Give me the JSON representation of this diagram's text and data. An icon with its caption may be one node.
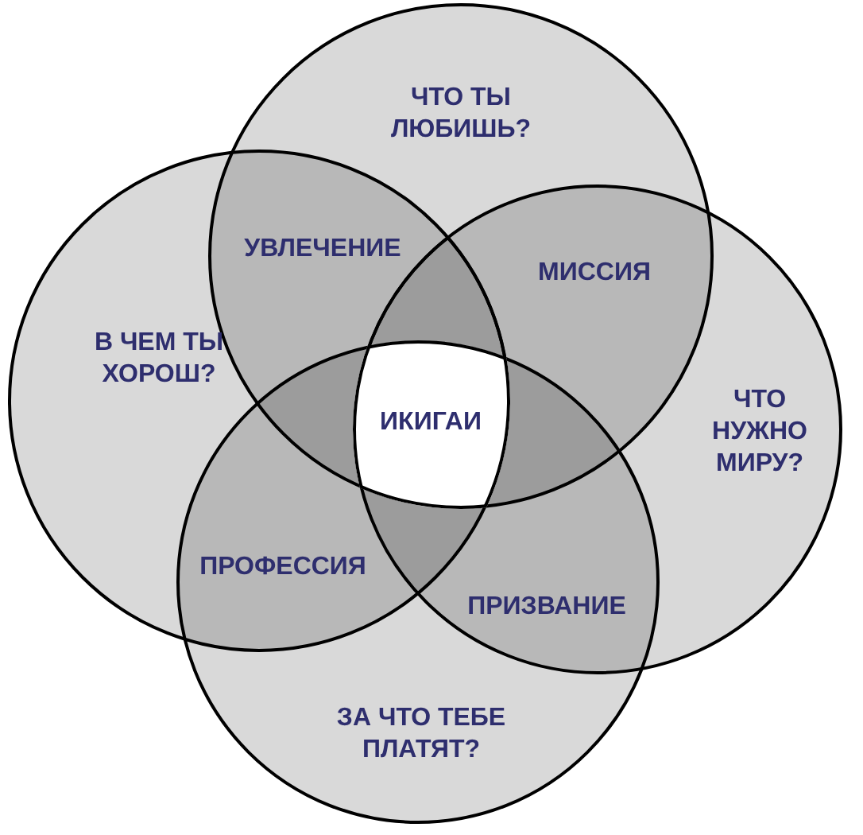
{
  "diagram": {
    "nodes": [
      {
        "text": [
          "ЧТО ТЫ ЛЮБИШЬ?"
        ]
      },
      {
        "text": [
          "В ЧЕМ ТЫ ХОРОШ?"
        ]
      },
      {
        "text": [
          "ЧТО НУЖНО МИРУ?"
        ]
      },
      {
        "text": [
          "ЗА ЧТО ТЕБЕ ПЛАТЯТ?"
        ]
      }
    ],
    "labels": [
      "УВЛЕЧЕНИЕ",
      "МИССИЯ",
      "ИКИГАИ",
      "ПРОФЕССИЯ",
      "ПРИЗВАНИЕ"
    ]
  }
}
